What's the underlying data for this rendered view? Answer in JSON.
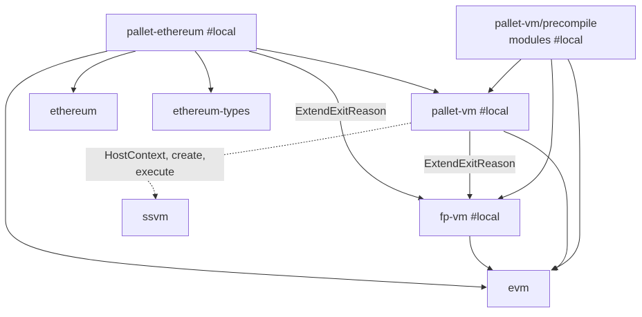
{
  "colors": {
    "node_fill": "#ececff",
    "node_border": "#9370db",
    "edge": "#333333",
    "edge_label_bg": "#e8e8e8",
    "text": "#333333"
  },
  "nodes": {
    "pallet_ethereum": "pallet-ethereum #local",
    "pallet_vm_precompile": "pallet-vm/precompile modules #local",
    "ethereum": "ethereum",
    "ethereum_types": "ethereum-types",
    "pallet_vm": "pallet-vm #local",
    "ssvm": "ssvm",
    "fp_vm": "fp-vm #local",
    "evm": "evm"
  },
  "edge_labels": {
    "pallet_ethereum_to_fp_vm": "ExtendExitReason",
    "pallet_vm_to_ssvm": "HostContext, create, execute",
    "pallet_vm_to_fp_vm": "ExtendExitReason"
  }
}
